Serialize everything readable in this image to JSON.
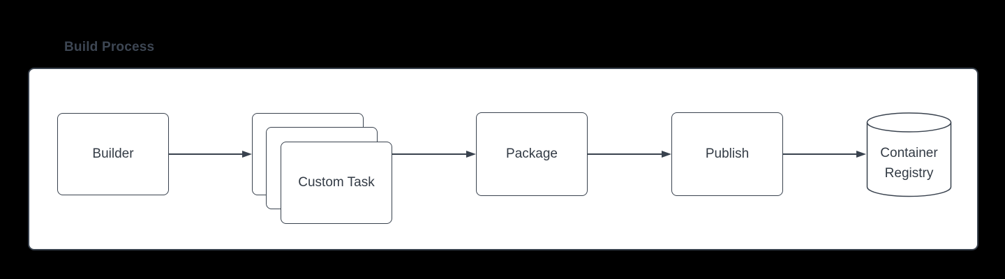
{
  "page": {
    "background_color": "#000000"
  },
  "diagram": {
    "title": "Build Process",
    "colors": {
      "canvas_fill": "#ffffff",
      "stroke": "#39424e",
      "text": "#333b45",
      "title_text": "#3d4653"
    },
    "nodes": [
      {
        "id": "builder",
        "label": "Builder",
        "shape": "rounded-rectangle"
      },
      {
        "id": "custom-task",
        "label": "Custom Task",
        "shape": "stacked-rectangles",
        "stack_count": 3
      },
      {
        "id": "package",
        "label": "Package",
        "shape": "rounded-rectangle"
      },
      {
        "id": "publish",
        "label": "Publish",
        "shape": "rounded-rectangle"
      },
      {
        "id": "container-registry",
        "label": "Container Registry",
        "shape": "cylinder"
      }
    ],
    "edges": [
      {
        "from": "builder",
        "to": "custom-task",
        "style": "arrow"
      },
      {
        "from": "custom-task",
        "to": "package",
        "style": "arrow"
      },
      {
        "from": "package",
        "to": "publish",
        "style": "arrow"
      },
      {
        "from": "publish",
        "to": "container-registry",
        "style": "arrow"
      }
    ]
  }
}
